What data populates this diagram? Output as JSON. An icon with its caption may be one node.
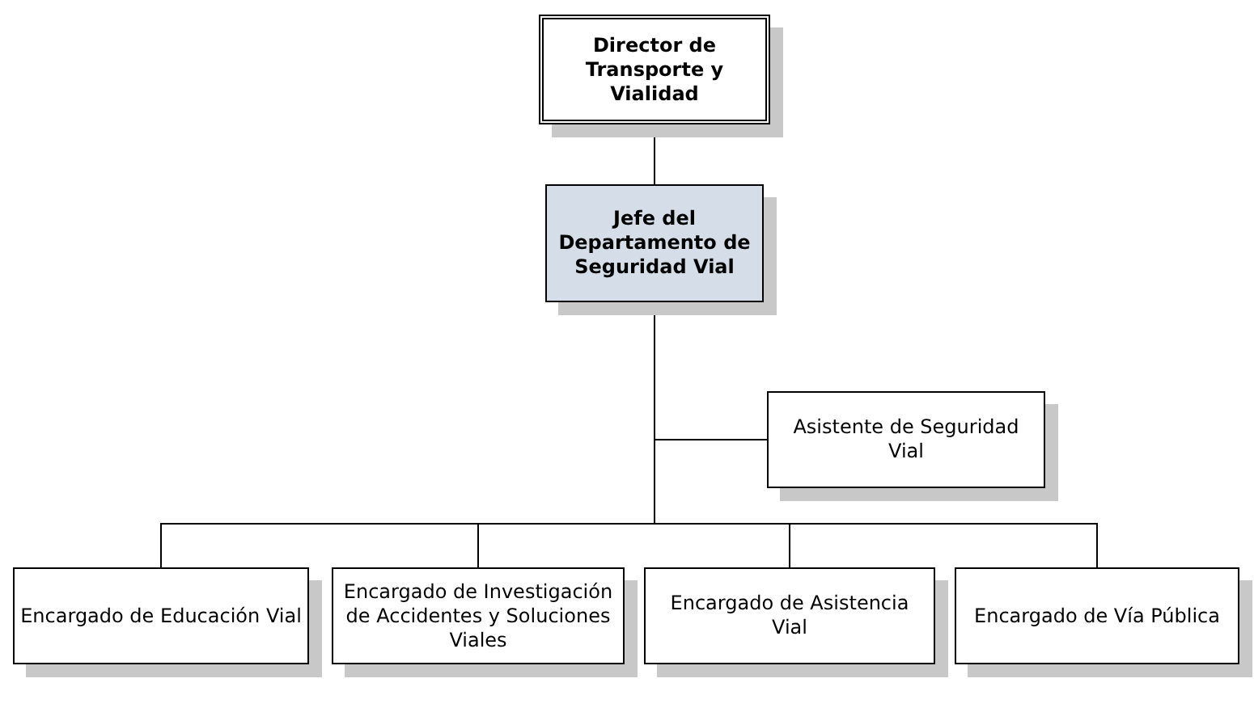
{
  "diagram": {
    "nodes": [
      {
        "text": [
          "Director de Transporte y Vialidad"
        ]
      },
      {
        "text": [
          "Jefe del Departamento de Seguridad Vial"
        ]
      },
      {
        "text": [
          "Asistente de Seguridad Vial"
        ]
      },
      {
        "text": [
          "Encargado de Educación Vial"
        ]
      },
      {
        "text": [
          "Encargado de Investigación de Accidentes y Soluciones Viales"
        ]
      },
      {
        "text": [
          "Encargado de Asistencia Vial"
        ]
      },
      {
        "text": [
          "Encargado de Vía Pública"
        ]
      }
    ],
    "edges": [
      {
        "from": 0,
        "to": 1,
        "arrow": "none"
      },
      {
        "from": 1,
        "to": 2,
        "arrow": "none"
      },
      {
        "from": 1,
        "to": 3,
        "arrow": "none"
      },
      {
        "from": 1,
        "to": 4,
        "arrow": "none"
      },
      {
        "from": 1,
        "to": 5,
        "arrow": "none"
      },
      {
        "from": 1,
        "to": 6,
        "arrow": "none"
      }
    ]
  }
}
